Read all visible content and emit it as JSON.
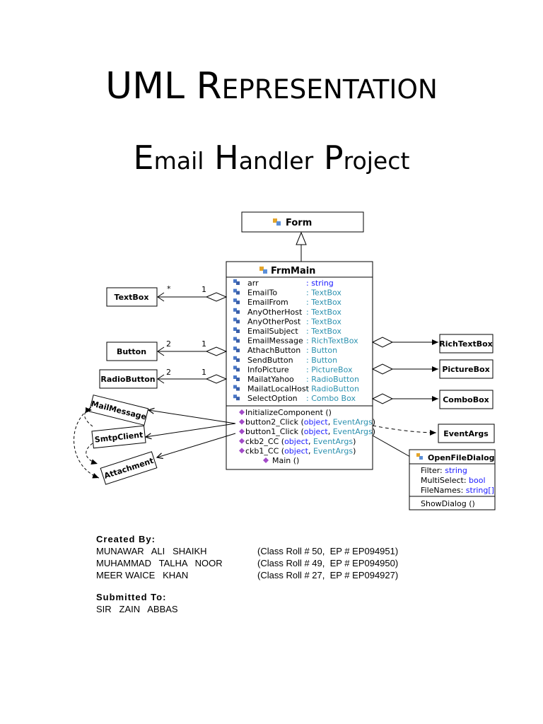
{
  "title": {
    "line1": {
      "word1": "UML",
      "w2_first": "R",
      "w2_rest": "EPRESENTATION"
    },
    "line2": {
      "w1_first": "E",
      "w1_rest": "mail",
      "w2_first": "H",
      "w2_rest": "andler",
      "w3_first": "P",
      "w3_rest": "roject"
    }
  },
  "diagram": {
    "form_class": "Form",
    "main_class": "FrmMain",
    "fields": [
      {
        "name": "arr",
        "type": ": string",
        "type_color": "#1a1aff"
      },
      {
        "name": "EmailTo",
        "type": ": TextBox",
        "type_color": "#2b91af"
      },
      {
        "name": "EmailFrom",
        "type": ": TextBox",
        "type_color": "#2b91af"
      },
      {
        "name": "AnyOtherHost",
        "type": ": TextBox",
        "type_color": "#2b91af"
      },
      {
        "name": "AnyOtherPost",
        "type": ": TextBox",
        "type_color": "#2b91af"
      },
      {
        "name": "EmailSubject",
        "type": ": TextBox",
        "type_color": "#2b91af"
      },
      {
        "name": "EmailMessage",
        "type": ": RichTextBox",
        "type_color": "#2b91af"
      },
      {
        "name": "AthachButton",
        "type": ": Button",
        "type_color": "#2b91af"
      },
      {
        "name": "SendButton",
        "type": ": Button",
        "type_color": "#2b91af"
      },
      {
        "name": "InfoPicture",
        "type": ": PictureBox",
        "type_color": "#2b91af"
      },
      {
        "name": "MailatYahoo",
        "type": ": RadioButton",
        "type_color": "#2b91af"
      },
      {
        "name": "MailatLocalHost",
        "type": ": RadioButton",
        "type_color": "#2b91af"
      },
      {
        "name": "SelectOption",
        "type": ": Combo Box",
        "type_color": "#2b91af"
      }
    ],
    "methods": [
      {
        "parts": [
          {
            "t": "InitializeComponent ()",
            "c": "#000"
          }
        ]
      },
      {
        "parts": [
          {
            "t": "button2_Click (",
            "c": "#000"
          },
          {
            "t": "object",
            "c": "#1a1aff"
          },
          {
            "t": ", ",
            "c": "#000"
          },
          {
            "t": "EventArgs",
            "c": "#2b91af"
          },
          {
            "t": ")",
            "c": "#000"
          }
        ]
      },
      {
        "parts": [
          {
            "t": "button1_Click (",
            "c": "#000"
          },
          {
            "t": "object",
            "c": "#1a1aff"
          },
          {
            "t": ", ",
            "c": "#000"
          },
          {
            "t": "EventArgs",
            "c": "#2b91af"
          },
          {
            "t": ")",
            "c": "#000"
          }
        ]
      },
      {
        "parts": [
          {
            "t": "ckb2_CC (",
            "c": "#000"
          },
          {
            "t": "object",
            "c": "#1a1aff"
          },
          {
            "t": ", ",
            "c": "#000"
          },
          {
            "t": "EventArgs",
            "c": "#2b91af"
          },
          {
            "t": ")",
            "c": "#000"
          }
        ]
      },
      {
        "parts": [
          {
            "t": "ckb1_CC (",
            "c": "#000"
          },
          {
            "t": "object",
            "c": "#1a1aff"
          },
          {
            "t": ", ",
            "c": "#000"
          },
          {
            "t": "EventArgs",
            "c": "#2b91af"
          },
          {
            "t": ")",
            "c": "#000"
          }
        ]
      },
      {
        "parts": [
          {
            "t": "Main ()",
            "c": "#000"
          }
        ]
      }
    ],
    "left_classes": {
      "textbox": "TextBox",
      "button": "Button",
      "radiobutton": "RadioButton"
    },
    "left_mult": {
      "textbox_far": "*",
      "textbox_near": "1",
      "button_far": "2",
      "button_near": "1",
      "radio_far": "2",
      "radio_near": "1"
    },
    "rotated_classes": {
      "mailmessage": "MailMessage",
      "smtpclient": "SmtpClient",
      "attachment": "Attachment"
    },
    "right_classes": {
      "richtextbox": "RichTextBox",
      "picturebox": "PictureBox",
      "combobox": "ComboBox",
      "eventargs": "EventArgs"
    },
    "ofd": {
      "title": "OpenFileDialog",
      "fields": [
        {
          "parts": [
            {
              "t": "Filter: ",
              "c": "#000"
            },
            {
              "t": "string",
              "c": "#1a1aff"
            }
          ]
        },
        {
          "parts": [
            {
              "t": "MultiSelect: ",
              "c": "#000"
            },
            {
              "t": "bool",
              "c": "#1a1aff"
            }
          ]
        },
        {
          "parts": [
            {
              "t": "FileNames: ",
              "c": "#000"
            },
            {
              "t": "string[]",
              "c": "#1a1aff"
            }
          ]
        }
      ],
      "method": "ShowDialog ()"
    }
  },
  "credits": {
    "created_by_label": "Created By:",
    "authors": [
      {
        "name": "MUNAWAR   ALI   SHAIKH",
        "info": "(Class Roll # 50,  EP # EP094951)"
      },
      {
        "name": "MUHAMMAD   TALHA   NOOR",
        "info": "(Class Roll # 49,  EP # EP094950)"
      },
      {
        "name": "MEER WAICE   KHAN",
        "info": "(Class Roll # 27,  EP # EP094927)"
      }
    ],
    "submitted_to_label": "Submitted To:",
    "submitted_to": "SIR   ZAIN   ABBAS"
  }
}
